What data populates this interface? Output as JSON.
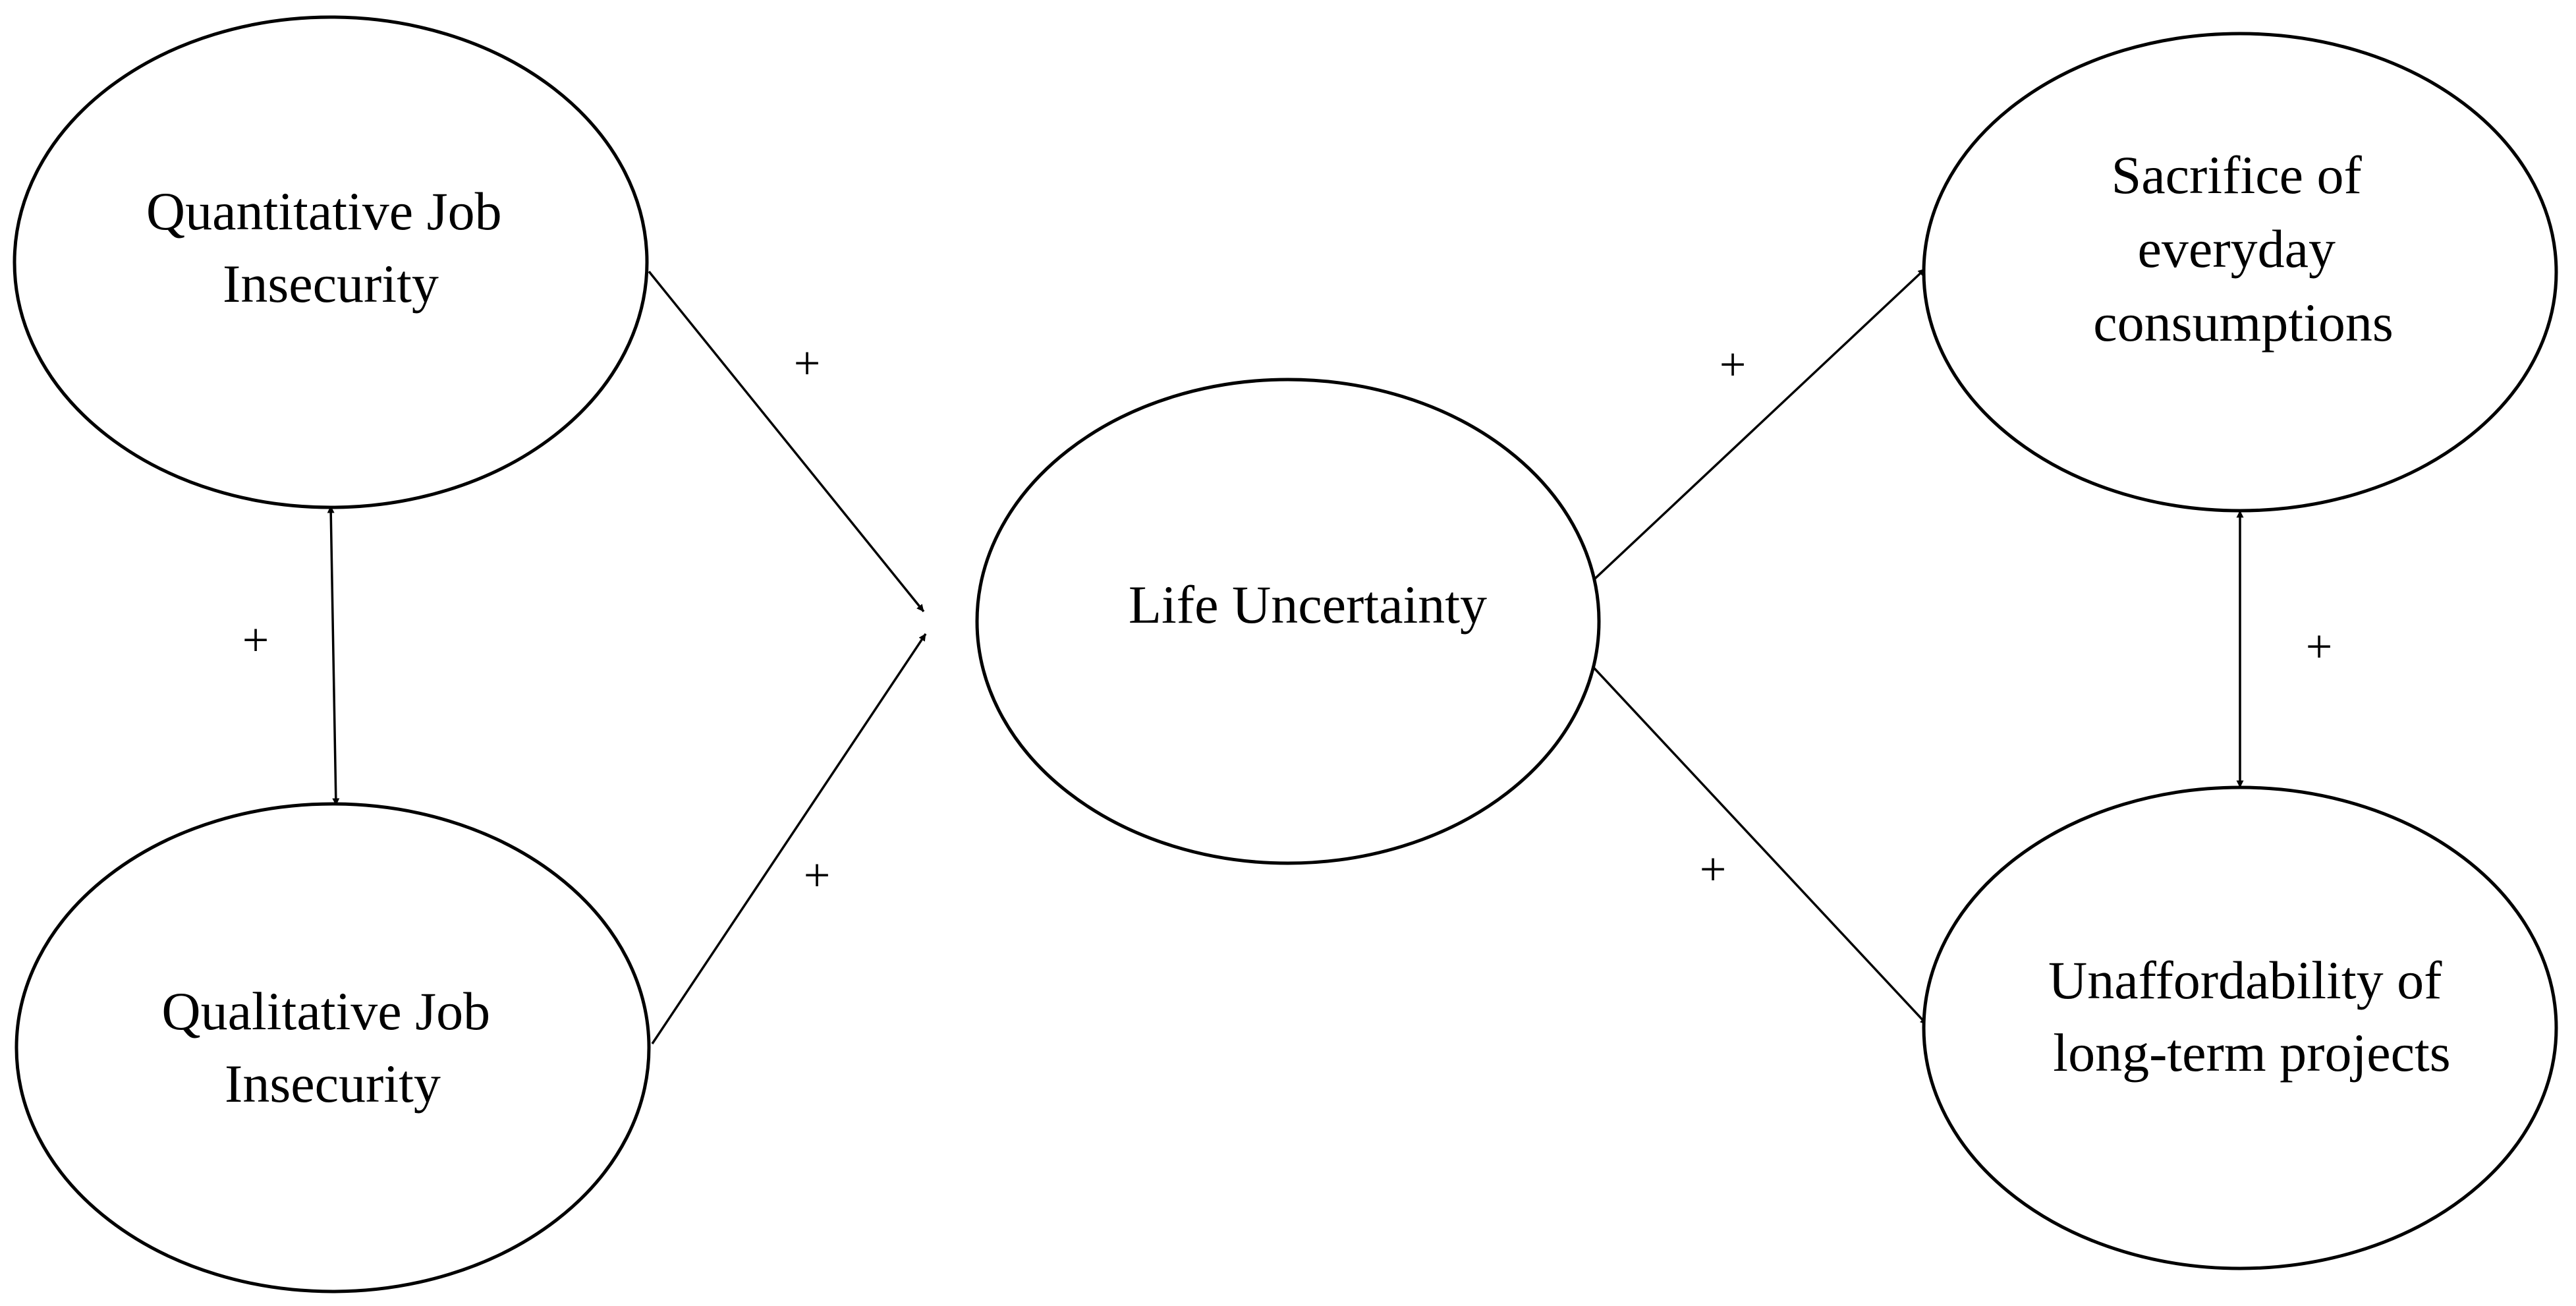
{
  "nodes": {
    "quantitative": {
      "lines": [
        "Quantitative Job",
        "Insecurity"
      ]
    },
    "qualitative": {
      "lines": [
        "Qualitative Job",
        "Insecurity"
      ]
    },
    "life": {
      "lines": [
        "Life Uncertainty"
      ]
    },
    "sacrifice": {
      "lines": [
        "Sacrifice of",
        "everyday",
        "consumptions"
      ]
    },
    "unaffordability": {
      "lines": [
        "Unaffordability of",
        "long-term projects"
      ]
    }
  },
  "edges": [
    {
      "id": "quantitative-to-life",
      "from": "quantitative",
      "to": "life",
      "direction": "forward",
      "sign": "+"
    },
    {
      "id": "qualitative-to-life",
      "from": "qualitative",
      "to": "life",
      "direction": "forward",
      "sign": "+"
    },
    {
      "id": "life-to-sacrifice",
      "from": "life",
      "to": "sacrifice",
      "direction": "forward",
      "sign": "+"
    },
    {
      "id": "life-to-unaffordability",
      "from": "life",
      "to": "unaffordability",
      "direction": "forward",
      "sign": "+"
    },
    {
      "id": "quantitative-qualitative",
      "from": "quantitative",
      "to": "qualitative",
      "direction": "both",
      "sign": "+"
    },
    {
      "id": "sacrifice-unaffordability",
      "from": "sacrifice",
      "to": "unaffordability",
      "direction": "both",
      "sign": "+"
    }
  ],
  "colors": {
    "stroke": "#000000",
    "background": "#ffffff",
    "text": "#000000"
  }
}
